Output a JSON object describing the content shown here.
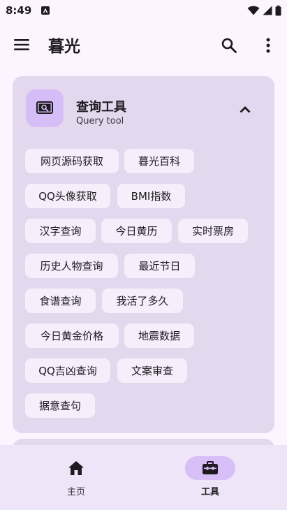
{
  "status_bar": {
    "time": "8:49",
    "icons": [
      "app-notification-icon",
      "wifi-icon",
      "signal-icon",
      "battery-icon"
    ]
  },
  "app_bar": {
    "title": "暮光",
    "icons": [
      "menu-icon",
      "search-icon",
      "more-vert-icon"
    ]
  },
  "card": {
    "title": "查询工具",
    "subtitle": "Query tool",
    "icon": "search-screen-icon",
    "expanded": true,
    "chips": [
      {
        "id": "webpage-source",
        "label": "网页源码获取"
      },
      {
        "id": "muguang-wiki",
        "label": "暮光百科"
      },
      {
        "id": "qq-avatar",
        "label": "QQ头像获取"
      },
      {
        "id": "bmi-index",
        "label": "BMI指数"
      },
      {
        "id": "hanzi-query",
        "label": "汉字查询"
      },
      {
        "id": "today-almanac",
        "label": "今日黄历"
      },
      {
        "id": "live-box-office",
        "label": "实时票房"
      },
      {
        "id": "historical-figures",
        "label": "历史人物查询"
      },
      {
        "id": "recent-holidays",
        "label": "最近节日"
      },
      {
        "id": "recipe-query",
        "label": "食谱查询"
      },
      {
        "id": "how-long-lived",
        "label": "我活了多久"
      },
      {
        "id": "gold-price",
        "label": "今日黄金价格"
      },
      {
        "id": "earthquake-data",
        "label": "地震数据"
      },
      {
        "id": "qq-fortune",
        "label": "QQ吉凶查询"
      },
      {
        "id": "copy-review",
        "label": "文案审查"
      },
      {
        "id": "sentence-by-meaning",
        "label": "据意查句"
      }
    ]
  },
  "bottom_nav": {
    "items": [
      {
        "id": "home",
        "label": "主页",
        "icon": "home-icon",
        "selected": false
      },
      {
        "id": "tools",
        "label": "工具",
        "icon": "toolbox-icon",
        "selected": true
      }
    ]
  },
  "colors": {
    "background": "#FCF4FF",
    "card": "#E4D8EF",
    "chip": "#F7EEFB",
    "accent": "#D8BFF8",
    "icon": "#1D1B20"
  }
}
